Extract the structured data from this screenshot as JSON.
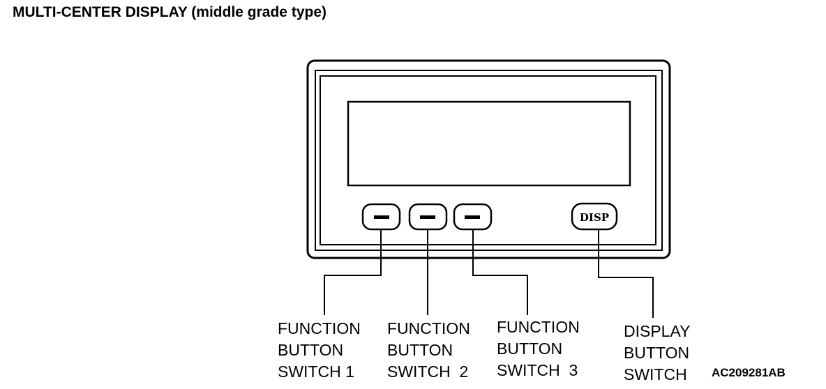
{
  "title": "MULTI-CENTER DISPLAY (middle grade type)",
  "panel": {
    "buttons": [
      {
        "id": "function-1",
        "face": "minus-glyph"
      },
      {
        "id": "function-2",
        "face": "minus-glyph"
      },
      {
        "id": "function-3",
        "face": "minus-glyph"
      },
      {
        "id": "display",
        "face_text": "DISP"
      }
    ]
  },
  "callouts": [
    {
      "lines": [
        "FUNCTION",
        "BUTTON",
        "SWITCH 1"
      ]
    },
    {
      "lines": [
        "FUNCTION",
        "BUTTON",
        "SWITCH  2"
      ]
    },
    {
      "lines": [
        "FUNCTION",
        "BUTTON",
        "SWITCH  3"
      ]
    },
    {
      "lines": [
        "DISPLAY",
        "BUTTON",
        "SWITCH"
      ]
    }
  ],
  "reference_code": "AC209281AB"
}
